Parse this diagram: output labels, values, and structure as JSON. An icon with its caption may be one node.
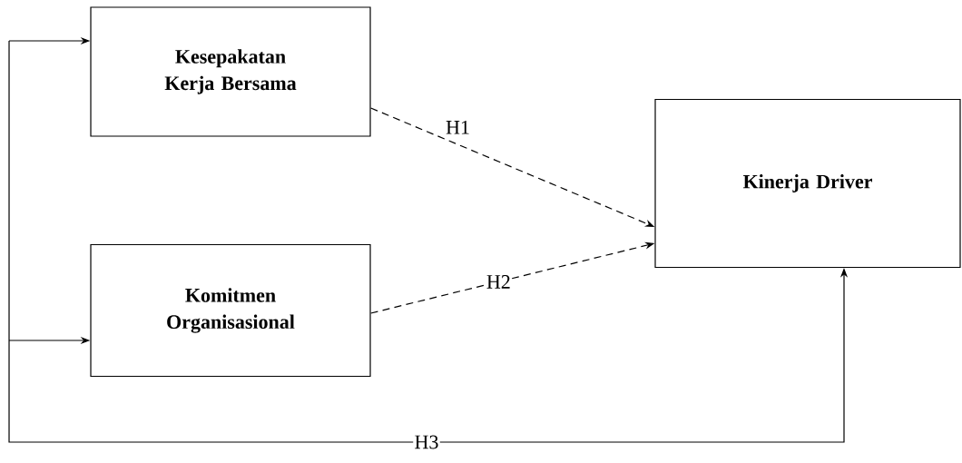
{
  "diagram": {
    "nodes": [
      {
        "text": [
          "Kesepakatan Kerja Bersama"
        ]
      },
      {
        "text": [
          "Komitmen Organisasional"
        ]
      },
      {
        "text": [
          "Kinerja Driver"
        ]
      }
    ],
    "edges": [
      {
        "from": 0,
        "to": 2,
        "arrow": "to",
        "style": "dashed",
        "label": "H1"
      },
      {
        "from": 1,
        "to": 2,
        "arrow": "to",
        "style": "dashed",
        "label": "H2"
      },
      {
        "from": null,
        "to": 0,
        "arrow": "to"
      },
      {
        "from": null,
        "to": 1,
        "arrow": "to"
      },
      {
        "from": null,
        "to": 2,
        "arrow": "to",
        "label": "H3"
      }
    ]
  }
}
